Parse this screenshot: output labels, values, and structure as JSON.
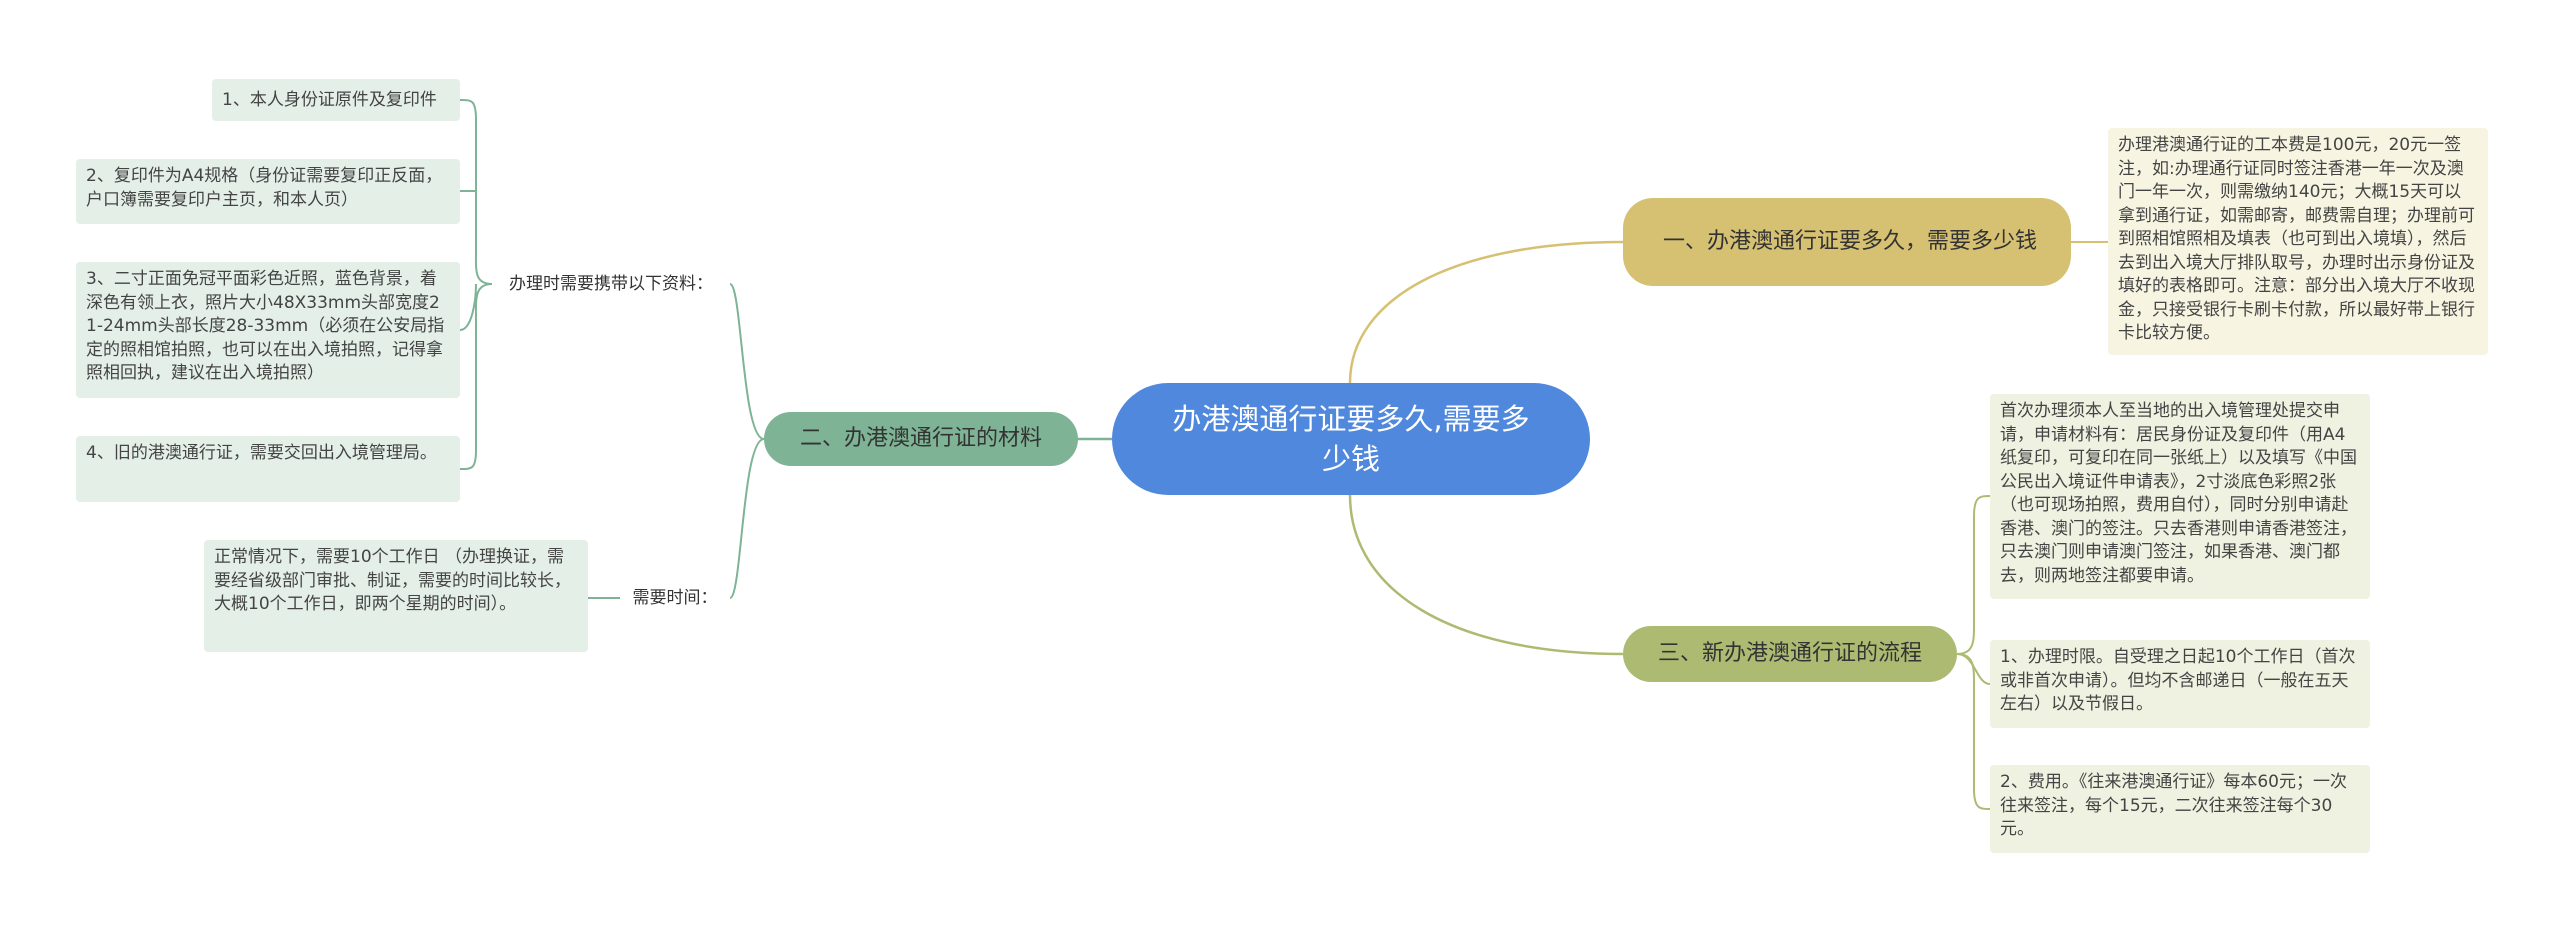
{
  "root": {
    "title": "办港澳通行证要多久,需要多少钱"
  },
  "branches": {
    "cost": "一、办港澳通行证要多久，需要多少钱",
    "materials": "二、办港澳通行证的材料",
    "process": "三、新办港澳通行证的流程"
  },
  "materials": {
    "bring_label": "办理时需要携带以下资料：",
    "time_label": "需要时间：",
    "items": [
      "1、本人身份证原件及复印件",
      "2、复印件为A4规格（身份证需要复印正反面，户口簿需要复印户主页，和本人页）",
      "3、二寸正面免冠平面彩色近照，蓝色背景，着深色有领上衣，照片大小48X33mm头部宽度21-24mm头部长度28-33mm（必须在公安局指定的照相馆拍照，也可以在出入境拍照，记得拿照相回执，建议在出入境拍照）",
      "4、旧的港澳通行证，需要交回出入境管理局。"
    ],
    "time_text": "正常情况下，需要10个工作日 （办理换证，需要经省级部门审批、制证，需要的时间比较长，大概10个工作日，即两个星期的时间）。"
  },
  "cost_text": "办理港澳通行证的工本费是100元，20元一签注，如:办理通行证同时签注香港一年一次及澳门一年一次，则需缴纳140元；大概15天可以拿到通行证，如需邮寄，邮费需自理；办理前可到照相馆照相及填表（也可到出入境填），然后去到出入境大厅排队取号，办理时出示身份证及填好的表格即可。注意：部分出入境大厅不收现金，只接受银行卡刷卡付款，所以最好带上银行卡比较方便。",
  "process": [
    "首次办理须本人至当地的出入境管理处提交申请，申请材料有：居民身份证及复印件（用A4纸复印，可复印在同一张纸上）以及填写《中国公民出入境证件申请表》，2寸淡底色彩照2张（也可现场拍照，费用自付），同时分别申请赴香港、澳门的签注。只去香港则申请香港签注，只去澳门则申请澳门签注，如果香港、澳门都去，则两地签注都要申请。",
    "1、办理时限。自受理之日起10个工作日（首次或非首次申请）。但均不含邮递日（一般在五天左右）以及节假日。",
    "2、费用。《往来港澳通行证》每本60元；一次往来签注，每个15元，二次往来签注每个30元。"
  ],
  "colors": {
    "root": "#5088dd",
    "branch_cost": "#d6c172",
    "branch_materials": "#7eb395",
    "branch_process": "#adbb72",
    "line_cost": "#d6c172",
    "line_materials": "#7eb395",
    "line_process": "#adbb72"
  }
}
